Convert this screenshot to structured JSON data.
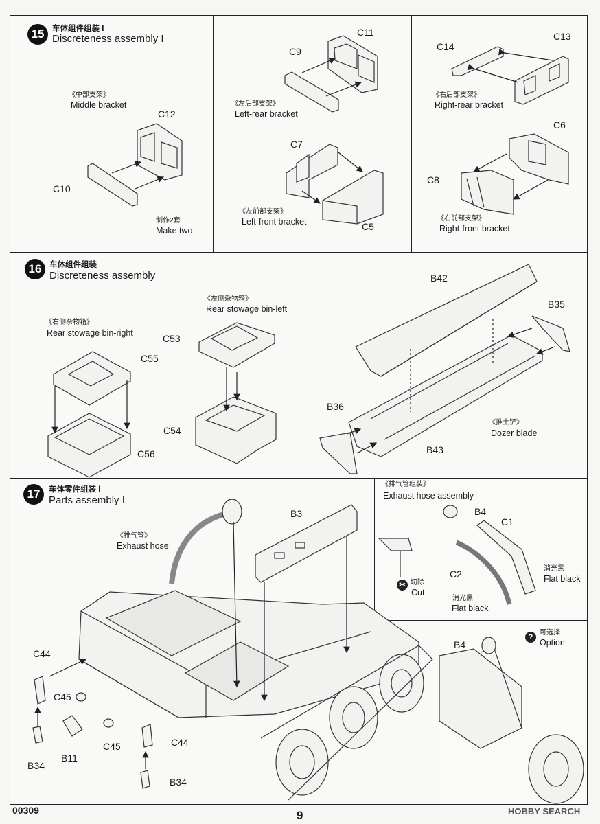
{
  "step15": {
    "number": "15",
    "title_cn": "车体组件组装 I",
    "title_en": "Discreteness assembly I",
    "middle": {
      "cn": "《中部支架》",
      "en": "Middle bracket",
      "parts": [
        "C12",
        "C10"
      ],
      "note_cn": "制作2套",
      "note_en": "Make two"
    },
    "left_rear": {
      "cn": "《左后部支架》",
      "en": "Left-rear bracket",
      "parts": [
        "C11",
        "C9"
      ]
    },
    "left_front": {
      "cn": "《左前部支架》",
      "en": "Left-front bracket",
      "parts": [
        "C7",
        "C5"
      ]
    },
    "right_rear": {
      "cn": "《右后部支架》",
      "en": "Right-rear bracket",
      "parts": [
        "C14",
        "C13"
      ]
    },
    "right_front": {
      "cn": "《右前部支架》",
      "en": "Right-front bracket",
      "parts": [
        "C6",
        "C8"
      ]
    }
  },
  "step16": {
    "number": "16",
    "title_cn": "车体组件组装",
    "title_en": "Discreteness assembly",
    "bin_right": {
      "cn": "《右侧杂物箱》",
      "en": "Rear stowage bin-right",
      "parts": [
        "C55",
        "C56"
      ]
    },
    "bin_left": {
      "cn": "《左侧杂物箱》",
      "en": "Rear stowage bin-left",
      "parts": [
        "C53",
        "C54"
      ]
    },
    "dozer": {
      "cn": "《推土铲》",
      "en": "Dozer blade",
      "parts": [
        "B42",
        "B35",
        "B36",
        "B43"
      ]
    }
  },
  "step17": {
    "number": "17",
    "title_cn": "车体零件组装 I",
    "title_en": "Parts assembly I",
    "exhaust": {
      "cn": "《排气管》",
      "en": "Exhaust hose"
    },
    "parts_main": [
      "B3",
      "C44",
      "C45",
      "B34",
      "B11",
      "C45",
      "C44",
      "B34"
    ],
    "inset": {
      "cn": "《排气管组装》",
      "en": "Exhaust hose assembly",
      "parts": [
        "B4",
        "C1",
        "C2"
      ],
      "cut_cn": "切除",
      "cut_en": "Cut",
      "flat_cn": "消光黑",
      "flat_en": "Flat black"
    },
    "option": {
      "cn": "可选择",
      "en": "Option",
      "part": "B4"
    }
  },
  "footer": {
    "code": "00309",
    "page": "9",
    "watermark": "HOBBY SEARCH"
  }
}
